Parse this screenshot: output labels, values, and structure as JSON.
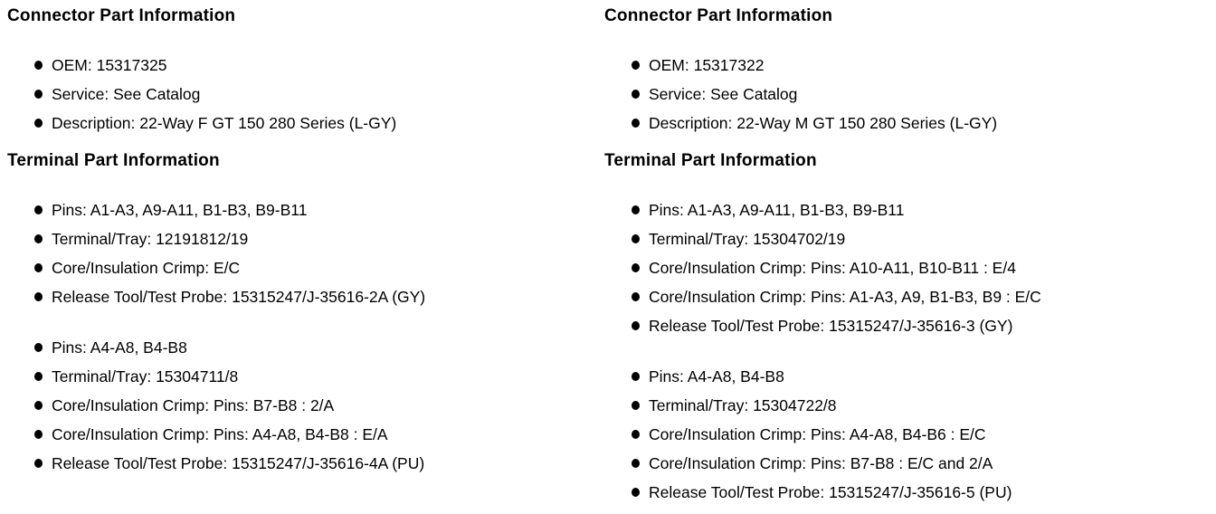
{
  "colors": {
    "text": "#000000",
    "background": "#ffffff"
  },
  "page": {
    "columns": [
      {
        "connector": {
          "heading": "Connector Part Information",
          "items": [
            "OEM: 15317325",
            "Service: See Catalog",
            "Description: 22-Way F GT 150 280 Series (L-GY)"
          ]
        },
        "terminal": {
          "heading": "Terminal Part Information",
          "groups": [
            [
              "Pins: A1-A3, A9-A11, B1-B3, B9-B11",
              "Terminal/Tray: 12191812/19",
              "Core/Insulation Crimp: E/C",
              "Release Tool/Test Probe: 15315247/J-35616-2A (GY)"
            ],
            [
              "Pins: A4-A8, B4-B8",
              "Terminal/Tray: 15304711/8",
              "Core/Insulation Crimp: Pins: B7-B8 : 2/A",
              "Core/Insulation Crimp: Pins: A4-A8, B4-B8 : E/A",
              "Release Tool/Test Probe: 15315247/J-35616-4A (PU)"
            ]
          ]
        }
      },
      {
        "connector": {
          "heading": "Connector Part Information",
          "items": [
            "OEM: 15317322",
            "Service: See Catalog",
            "Description: 22-Way M GT 150 280 Series (L-GY)"
          ]
        },
        "terminal": {
          "heading": "Terminal Part Information",
          "groups": [
            [
              "Pins: A1-A3, A9-A11, B1-B3, B9-B11",
              "Terminal/Tray: 15304702/19",
              "Core/Insulation Crimp: Pins: A10-A11, B10-B11 : E/4",
              "Core/Insulation Crimp: Pins: A1-A3, A9, B1-B3, B9 : E/C",
              "Release Tool/Test Probe: 15315247/J-35616-3 (GY)"
            ],
            [
              "Pins: A4-A8, B4-B8",
              "Terminal/Tray: 15304722/8",
              "Core/Insulation Crimp: Pins: A4-A8, B4-B6 : E/C",
              "Core/Insulation Crimp: Pins: B7-B8 : E/C and 2/A",
              "Release Tool/Test Probe: 15315247/J-35616-5 (PU)"
            ]
          ]
        }
      }
    ]
  }
}
